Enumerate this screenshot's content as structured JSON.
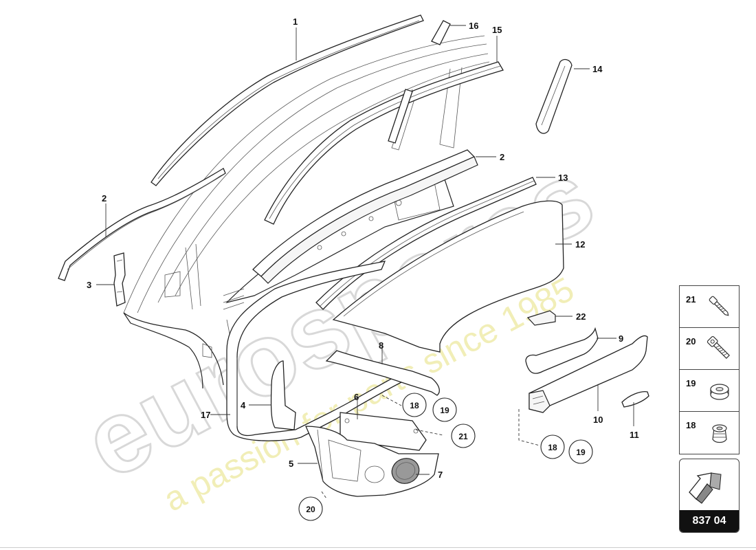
{
  "watermark": {
    "brand": "eurospares",
    "tagline": "a passion for parts since 1985"
  },
  "callouts": [
    {
      "id": "c1",
      "text": "1"
    },
    {
      "id": "c2a",
      "text": "2"
    },
    {
      "id": "c2b",
      "text": "2"
    },
    {
      "id": "c3",
      "text": "3"
    },
    {
      "id": "c4",
      "text": "4"
    },
    {
      "id": "c5",
      "text": "5"
    },
    {
      "id": "c6",
      "text": "6"
    },
    {
      "id": "c7",
      "text": "7"
    },
    {
      "id": "c8",
      "text": "8"
    },
    {
      "id": "c9",
      "text": "9"
    },
    {
      "id": "c10",
      "text": "10"
    },
    {
      "id": "c11",
      "text": "11"
    },
    {
      "id": "c12",
      "text": "12"
    },
    {
      "id": "c13",
      "text": "13"
    },
    {
      "id": "c14",
      "text": "14"
    },
    {
      "id": "c15",
      "text": "15"
    },
    {
      "id": "c16",
      "text": "16"
    },
    {
      "id": "c17",
      "text": "17"
    },
    {
      "id": "c22",
      "text": "22"
    }
  ],
  "circled_refs": [
    {
      "id": "r18a",
      "text": "18"
    },
    {
      "id": "r19a",
      "text": "19"
    },
    {
      "id": "r21",
      "text": "21"
    },
    {
      "id": "r20",
      "text": "20"
    },
    {
      "id": "r18b",
      "text": "18"
    },
    {
      "id": "r19b",
      "text": "19"
    }
  ],
  "legend": [
    {
      "number": "21",
      "icon": "screw-icon"
    },
    {
      "number": "20",
      "icon": "bolt-icon"
    },
    {
      "number": "19",
      "icon": "nut-icon"
    },
    {
      "number": "18",
      "icon": "clip-icon"
    }
  ],
  "page_ref": {
    "number": "837 04",
    "icon": "arrow-icon"
  }
}
